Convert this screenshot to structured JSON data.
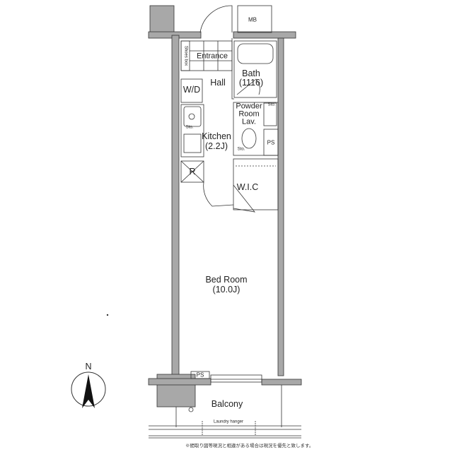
{
  "rooms": {
    "entrance": "Entrance",
    "shoes_box": "Shoes box",
    "hall": "Hall",
    "wd": "W/D",
    "bath": "Bath",
    "bath_size": "(1116)",
    "powder_room": "Powder",
    "powder_room2": "Room",
    "powder_lav": "Lav.",
    "kitchen": "Kitchen",
    "kitchen_size": "(2.2J)",
    "refrigerator": "R",
    "ps": "PS",
    "ps_balcony": "PS",
    "wic": "W.I.C",
    "bedroom": "Bed Room",
    "bedroom_size": "(10.0J)",
    "balcony": "Balcony",
    "laundry_hanger": "Laundry hanger",
    "mb": "MB",
    "sto_kitchen": "Sto.",
    "sto_powder1": "Sto.",
    "sto_powder2": "Sto."
  },
  "compass": {
    "label": "N"
  },
  "footnote": "※間取り図等現況と相違がある場合は現況を優先と致します。",
  "colors": {
    "wall": "#a8a8a8",
    "line": "#333333"
  }
}
